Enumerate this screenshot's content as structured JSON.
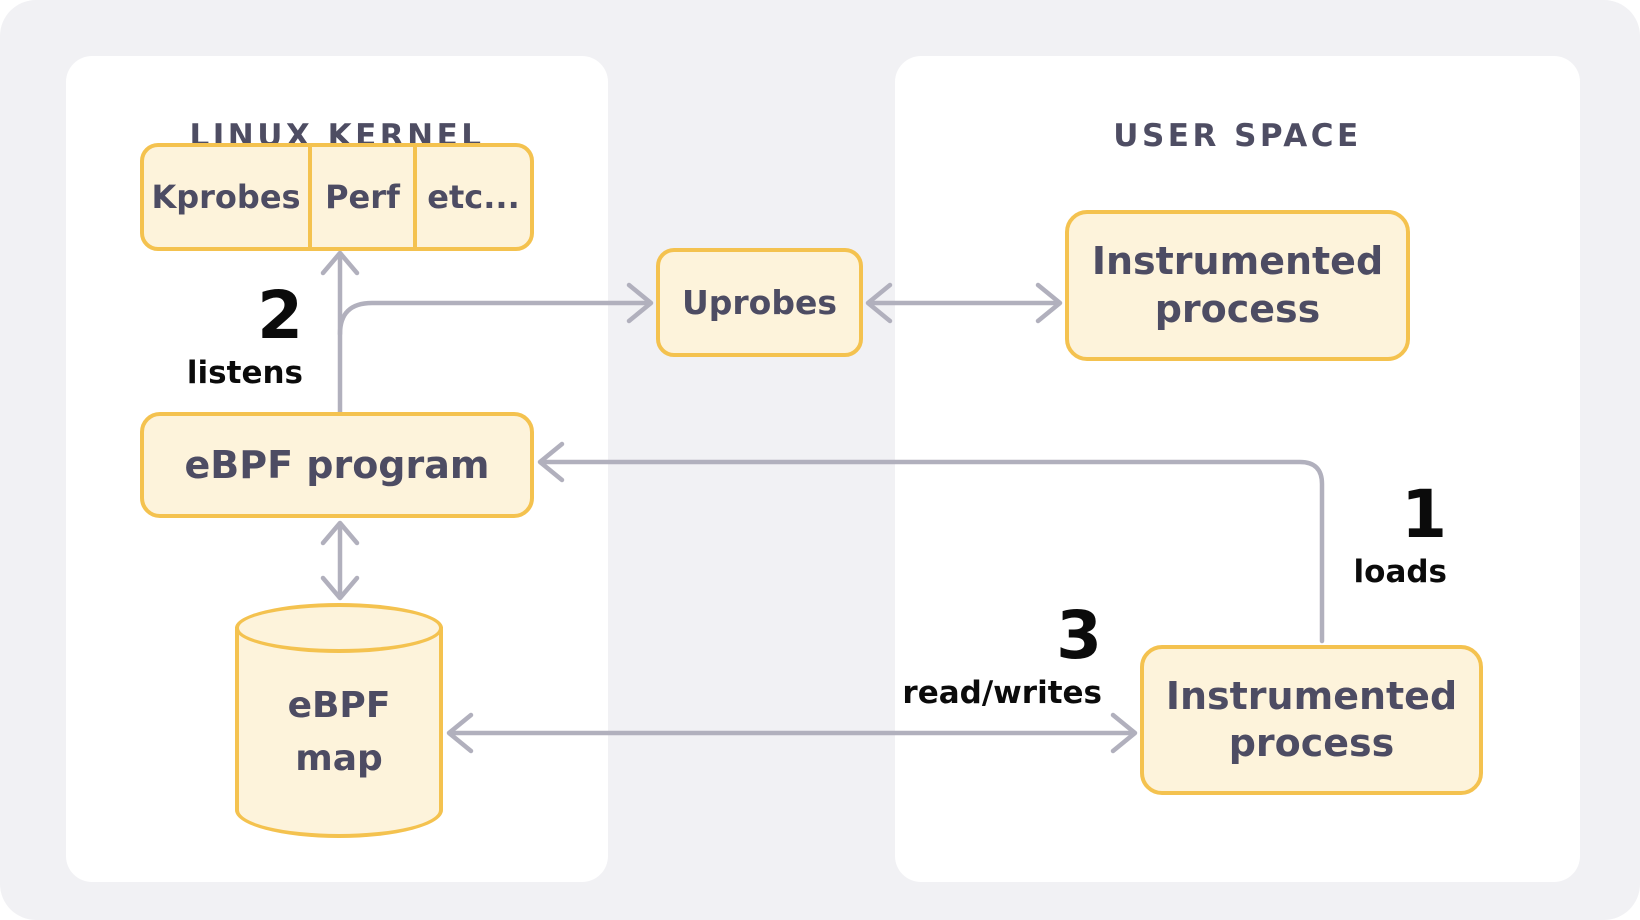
{
  "colors": {
    "page_bg": "#f1f1f4",
    "panel_bg": "#ffffff",
    "node_fill": "#fdf3db",
    "node_border": "#f4c24f",
    "node_text": "#4d4c63",
    "title_text": "#4e4d63",
    "arrow": "#b1b0bd",
    "label_text": "#0b0b0b"
  },
  "panels": [
    {
      "id": "kernel",
      "title": "LINUX KERNEL"
    },
    {
      "id": "user",
      "title": "USER SPACE"
    }
  ],
  "nodes": {
    "probe_sources": {
      "items": [
        "Kprobes",
        "Perf",
        "etc..."
      ]
    },
    "ebpf_program": {
      "label": "eBPF program"
    },
    "uprobes": {
      "label": "Uprobes"
    },
    "instrumented_process_top": {
      "label": "Instrumented process"
    },
    "instrumented_process_bottom": {
      "label": "Instrumented process"
    },
    "ebpf_map": {
      "line1": "eBPF",
      "line2": "map"
    }
  },
  "annotations": {
    "step1": {
      "number": "1",
      "label": "loads"
    },
    "step2": {
      "number": "2",
      "label": "listens"
    },
    "step3": {
      "number": "3",
      "label": "read/writes"
    }
  },
  "edges": [
    {
      "from": "ebpf_program",
      "to": "probe_sources",
      "direction": "up",
      "label": "2 listens"
    },
    {
      "from": "ebpf_program",
      "to": "uprobes",
      "direction": "right"
    },
    {
      "from": "uprobes",
      "to": "instrumented_process_top",
      "direction": "both"
    },
    {
      "from": "instrumented_process_bottom",
      "to": "ebpf_program",
      "direction": "left",
      "label": "1 loads"
    },
    {
      "from": "ebpf_program",
      "to": "ebpf_map",
      "direction": "both"
    },
    {
      "from": "ebpf_map",
      "to": "instrumented_process_bottom",
      "direction": "both",
      "label": "3 read/writes"
    }
  ]
}
